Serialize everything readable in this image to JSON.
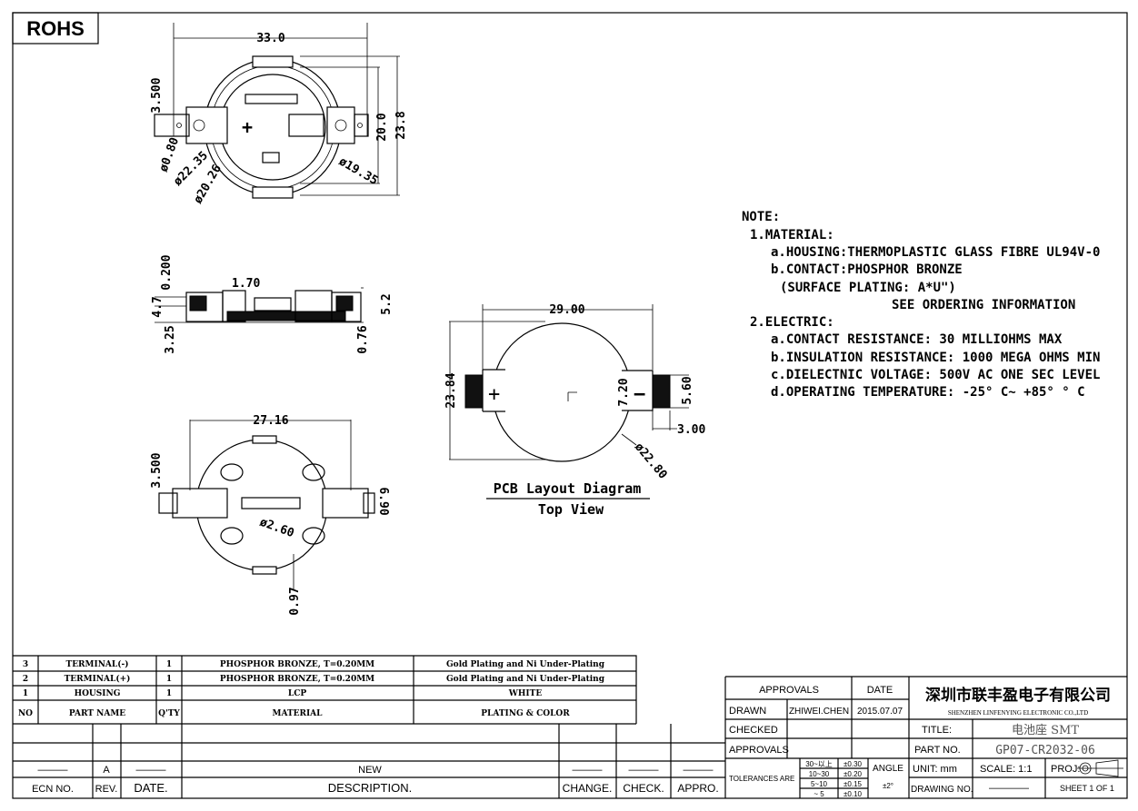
{
  "badge": "ROHS",
  "top_view": {
    "width": "33.0",
    "pin_offset": "3.500",
    "hole": "ø0.80",
    "d1": "ø22.35",
    "d2": "ø20.26",
    "d3": "ø19.35",
    "h1": "20.0",
    "h2": "23.8",
    "plus": "+"
  },
  "side_view": {
    "d1": "0.200",
    "d2": "1.70",
    "d3": "4.7",
    "d4": "3.25",
    "d5": "0.76",
    "d6": "5.2"
  },
  "bottom_view": {
    "width": "27.16",
    "pin_offset": "3.500",
    "pin_w": "6.90",
    "hole": "ø2.60",
    "tab": "0.97"
  },
  "pcb": {
    "width": "29.00",
    "height": "23.84",
    "pad_gap": "7.20",
    "pad_h": "5.60",
    "pad_w": "3.00",
    "dia": "ø22.80",
    "plus": "+",
    "minus": "−",
    "title": "PCB Layout Diagram",
    "subtitle": "Top View"
  },
  "notes": [
    "NOTE:",
    "1.MATERIAL:",
    "a.HOUSING:THERMOPLASTIC GLASS FIBRE UL94V-0",
    "b.CONTACT:PHOSPHOR BRONZE",
    "(SURFACE PLATING: A*U\")",
    "SEE ORDERING INFORMATION",
    "2.ELECTRIC:",
    "a.CONTACT RESISTANCE: 30 MILLIOHMS MAX",
    "b.INSULATION RESISTANCE: 1000 MEGA OHMS MIN",
    "c.DIELECTNIC VOLTAGE: 500V AC ONE SEC LEVEL",
    "d.OPERATING TEMPERATURE: -25° C~ +85° ° C"
  ],
  "bom": {
    "rows": [
      {
        "no": "3",
        "name": "TERMINAL(-)",
        "qty": "1",
        "material": "PHOSPHOR BRONZE, T=0.20MM",
        "plating": "Gold Plating and Ni Under-Plating"
      },
      {
        "no": "2",
        "name": "TERMINAL(+)",
        "qty": "1",
        "material": "PHOSPHOR BRONZE, T=0.20MM",
        "plating": "Gold Plating and Ni Under-Plating"
      },
      {
        "no": "1",
        "name": "HOUSING",
        "qty": "1",
        "material": "LCP",
        "plating": "WHITE"
      }
    ],
    "header": {
      "no": "NO",
      "name": "PART NAME",
      "qty": "Q'TY",
      "material": "MATERIAL",
      "plating": "PLATING & COLOR"
    }
  },
  "revision": {
    "row": {
      "ecn": "———",
      "rev": "A",
      "date": "———",
      "desc": "NEW",
      "change": "———",
      "check": "———",
      "appro": "———"
    },
    "header": {
      "ecn": "ECN NO.",
      "rev": "REV.",
      "date": "DATE.",
      "desc": "DESCRIPTION.",
      "change": "CHANGE.",
      "check": "CHECK.",
      "appro": "APPRO."
    }
  },
  "title_block": {
    "approvals_header": "APPROVALS",
    "date_header": "DATE",
    "drawn_label": "DRAWN",
    "drawn_by": "ZHIWEI.CHEN",
    "drawn_date": "2015.07.07",
    "checked_label": "CHECKED",
    "approvals_label": "APPROVALS",
    "company_cn": "深圳市联丰盈电子有限公司",
    "company_en": "SHENZHEN LINFENYING ELECTRONIC CO.,LTD",
    "title_label": "TITLE:",
    "title_value": "电池座  SMT",
    "part_label": "PART NO.",
    "part_value": "GP07-CR2032-06",
    "tolerances_label": "TOLERANCES ARE",
    "tolerances": [
      {
        "range": "30~以上",
        "tol": "±0.30"
      },
      {
        "range": "10~30",
        "tol": "±0.20"
      },
      {
        "range": "5~10",
        "tol": "±0.15"
      },
      {
        "range": "~ 5",
        "tol": "±0.10"
      }
    ],
    "angle_label": "ANGLE",
    "angle_value": "±2°",
    "unit": "UNIT:  mm",
    "scale": "SCALE:    1:1",
    "proj": "PROJ:",
    "drawing_no_label": "DRAWING NO.",
    "drawing_no": "————",
    "sheet": "SHEET   1  OF  1"
  }
}
